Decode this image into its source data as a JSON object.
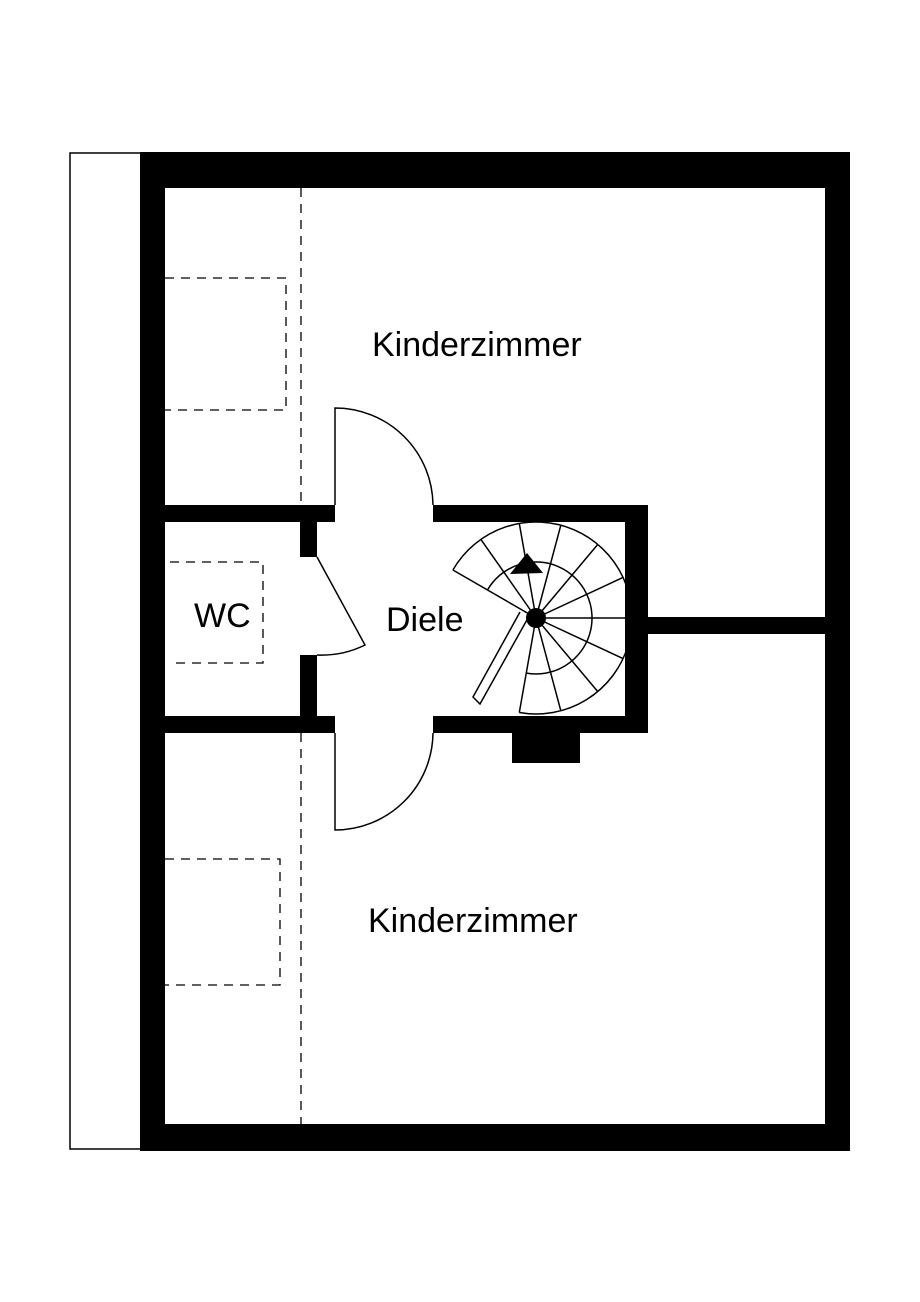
{
  "rooms": {
    "kinderzimmer_top": "Kinderzimmer",
    "kinderzimmer_bottom": "Kinderzimmer",
    "diele": "Diele",
    "wc": "WC"
  },
  "colors": {
    "wall": "#000000",
    "background": "#ffffff"
  }
}
